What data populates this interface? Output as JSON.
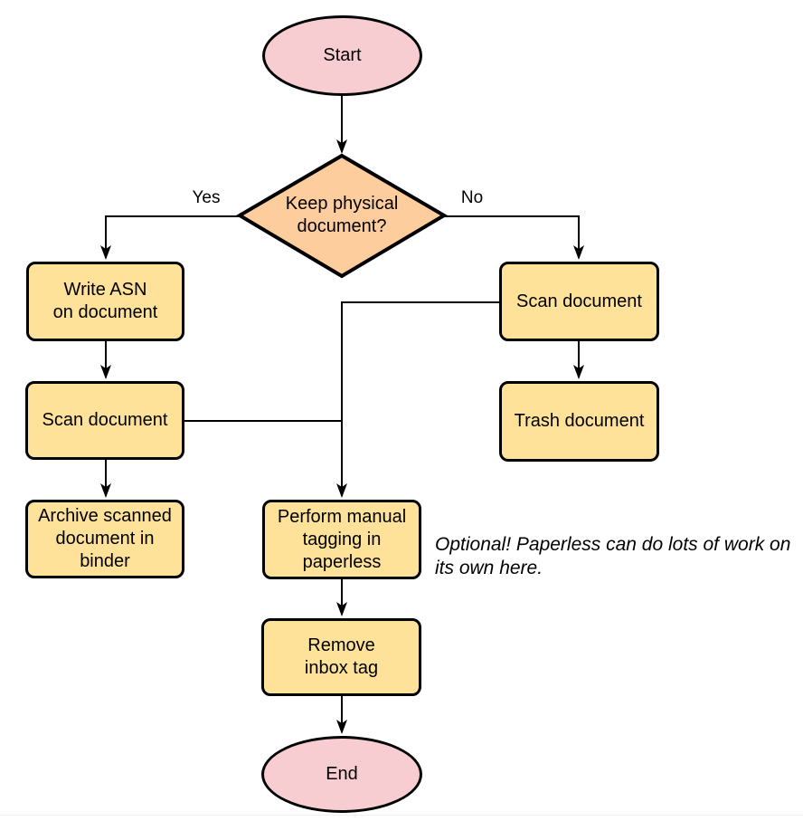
{
  "nodes": {
    "start": "Start",
    "decision": "Keep physical\ndocument?",
    "write_asn": "Write ASN\non document",
    "scan_left": "Scan document",
    "archive": "Archive scanned\ndocument in\nbinder",
    "scan_right": "Scan document",
    "trash": "Trash document",
    "tagging": "Perform manual\ntagging in\npaperless",
    "remove_inbox": "Remove\ninbox tag",
    "end": "End"
  },
  "edge_labels": {
    "yes": "Yes",
    "no": "No"
  },
  "note": "Optional! Paperless can do lots of work on\nits own here.",
  "colors": {
    "terminator_fill": "#f8cdd1",
    "decision_fill": "#fecd9e",
    "process_fill": "#fee29a",
    "stroke": "#000000"
  }
}
